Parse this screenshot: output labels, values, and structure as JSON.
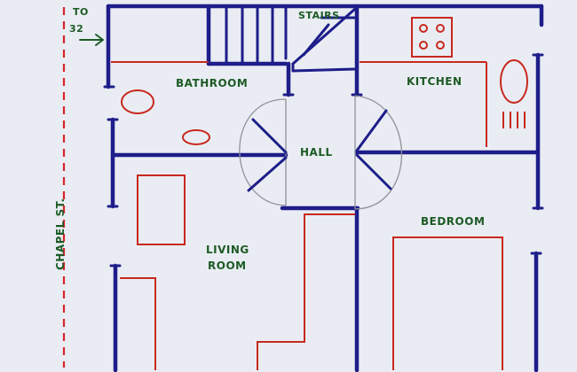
{
  "labels": {
    "to": "TO",
    "number": "32",
    "stairs": "STAIRS",
    "bathroom": "BATHROOM",
    "kitchen": "KITCHEN",
    "hall": "HALL",
    "bedroom": "BEDROOM",
    "living_line1": "LIVING",
    "living_line2": "ROOM",
    "street": "CHAPEL ST."
  },
  "colors": {
    "walls": "#1e1d8a",
    "fixtures": "#c8281e",
    "text": "#1d5a25",
    "paper": "#e9edf3"
  }
}
